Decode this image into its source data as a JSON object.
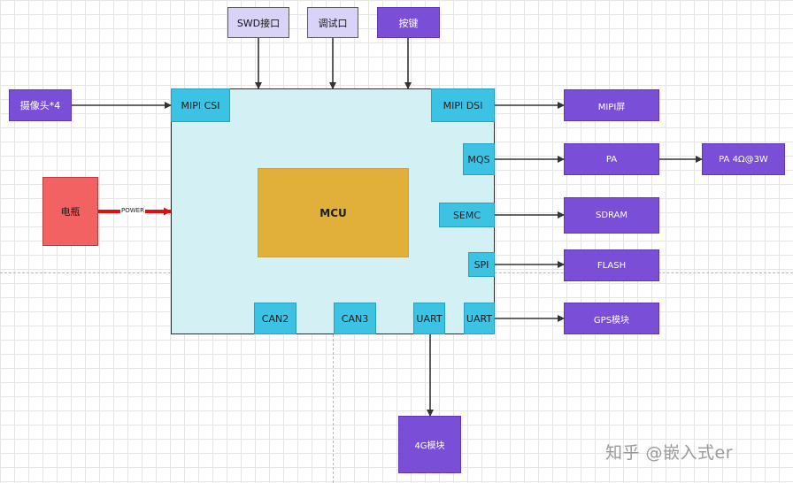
{
  "diagram": {
    "core_label": "MCU",
    "top_inputs": {
      "swd": "SWD接口",
      "debug": "调试口",
      "keys": "按键"
    },
    "camera": "摄像头*4",
    "power": {
      "source": "电瓶",
      "label": "POWER"
    },
    "ports": {
      "mipi_csi": "MIPI CSI",
      "mipi_dsi": "MIPI DSI",
      "mqs": "MQS",
      "semc": "SEMC",
      "spi": "SPI",
      "uart_right": "UART",
      "can2": "CAN2",
      "can3": "CAN3",
      "uart_bottom": "UART"
    },
    "peripherals": {
      "mipi_screen": "MIPI屏",
      "pa": "PA",
      "speaker": "PA 4Ω@3W",
      "sdram": "SDRAM",
      "flash": "FLASH",
      "gps": "GPS模块",
      "cellular": "4G模块"
    },
    "watermark": "知乎 @嵌入式er",
    "colors": {
      "board": "#d3f1f4",
      "core": "#e0b038",
      "port": "#3cc3e3",
      "peripheral": "#7a4ed6",
      "input_box": "#d9d3f7",
      "power_source": "#f26262",
      "power_line": "#dd1111",
      "wire": "#333333"
    }
  }
}
